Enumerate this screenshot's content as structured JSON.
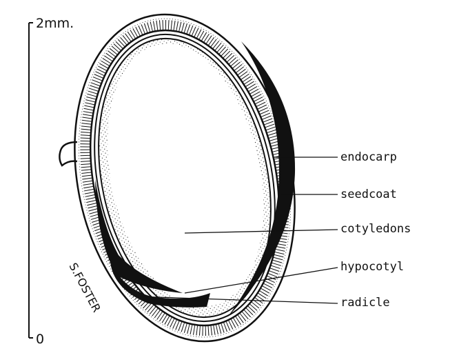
{
  "scale_bar": {
    "top_label": "2mm.",
    "bottom_label": "0"
  },
  "labels": {
    "endocarp": "endocarp",
    "seedcoat": "seedcoat",
    "cotyledons": "cotyledons",
    "hypocotyl": "hypocotyl",
    "radicle": "radicle"
  },
  "signature": "S.FOSTER",
  "colors": {
    "ink": "#111111",
    "paper": "#ffffff"
  }
}
